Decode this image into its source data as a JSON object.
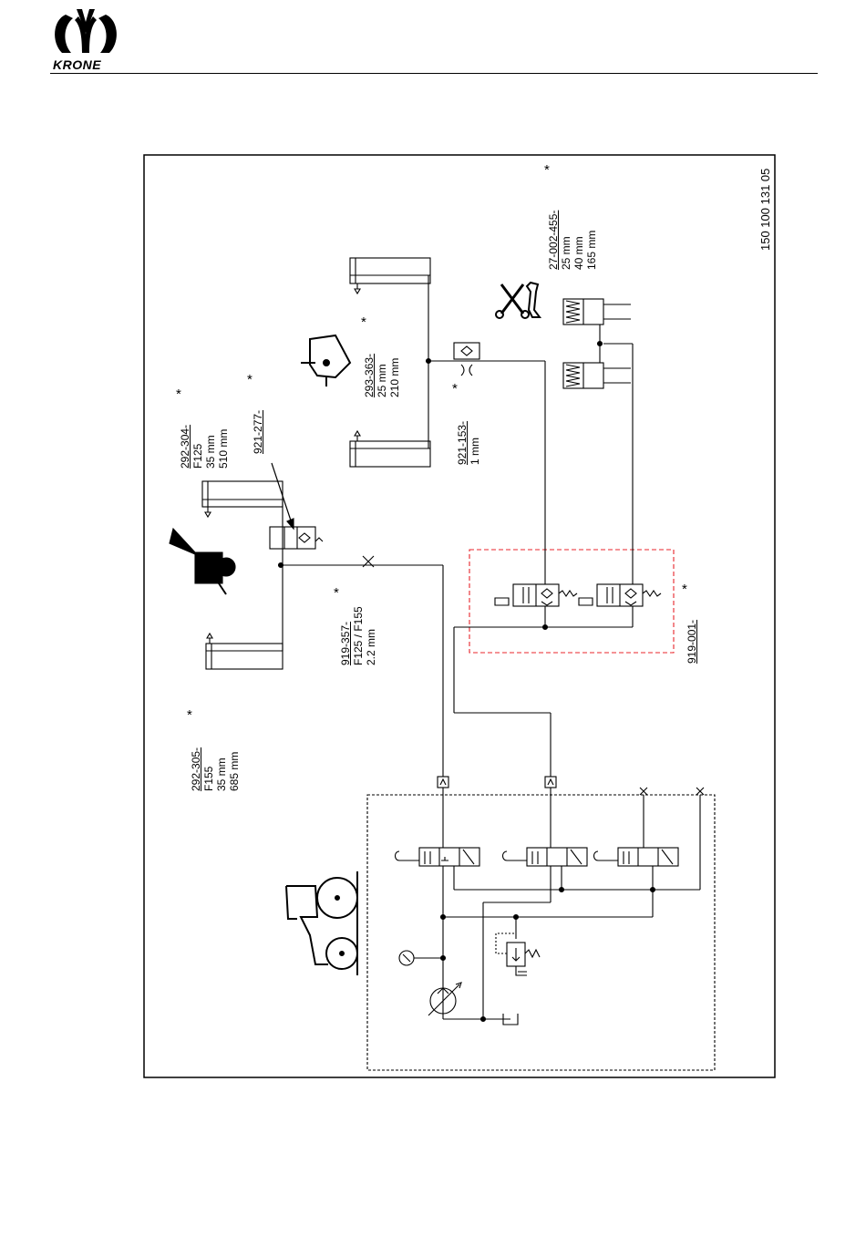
{
  "header": {
    "brand": "KRONE"
  },
  "drawing_number": "150 100 131 05",
  "labels": {
    "l292305": {
      "part": "292-305-",
      "lines": [
        "F155",
        "35  mm",
        "685  mm"
      ]
    },
    "l292304": {
      "part": "292-304-",
      "lines": [
        "F125",
        "35  mm",
        "510  mm"
      ]
    },
    "l921277": {
      "part": "921-277-",
      "lines": []
    },
    "l293363": {
      "part": "293-363-",
      "lines": [
        "25  mm",
        "210  mm"
      ]
    },
    "l921153": {
      "part": "921-153-",
      "lines": [
        "1  mm"
      ]
    },
    "l919357": {
      "part": "919-357-",
      "lines": [
        "F125 / F155",
        "2.2  mm"
      ]
    },
    "l27002455": {
      "part": "27-002-455-",
      "lines": [
        "25  mm",
        "40  mm",
        "165  mm"
      ]
    },
    "l919001": {
      "part": "919-001-",
      "lines": []
    }
  },
  "star_symbol": "*",
  "colors": {
    "line": "#000000",
    "highlight_box": "#e8252b"
  }
}
